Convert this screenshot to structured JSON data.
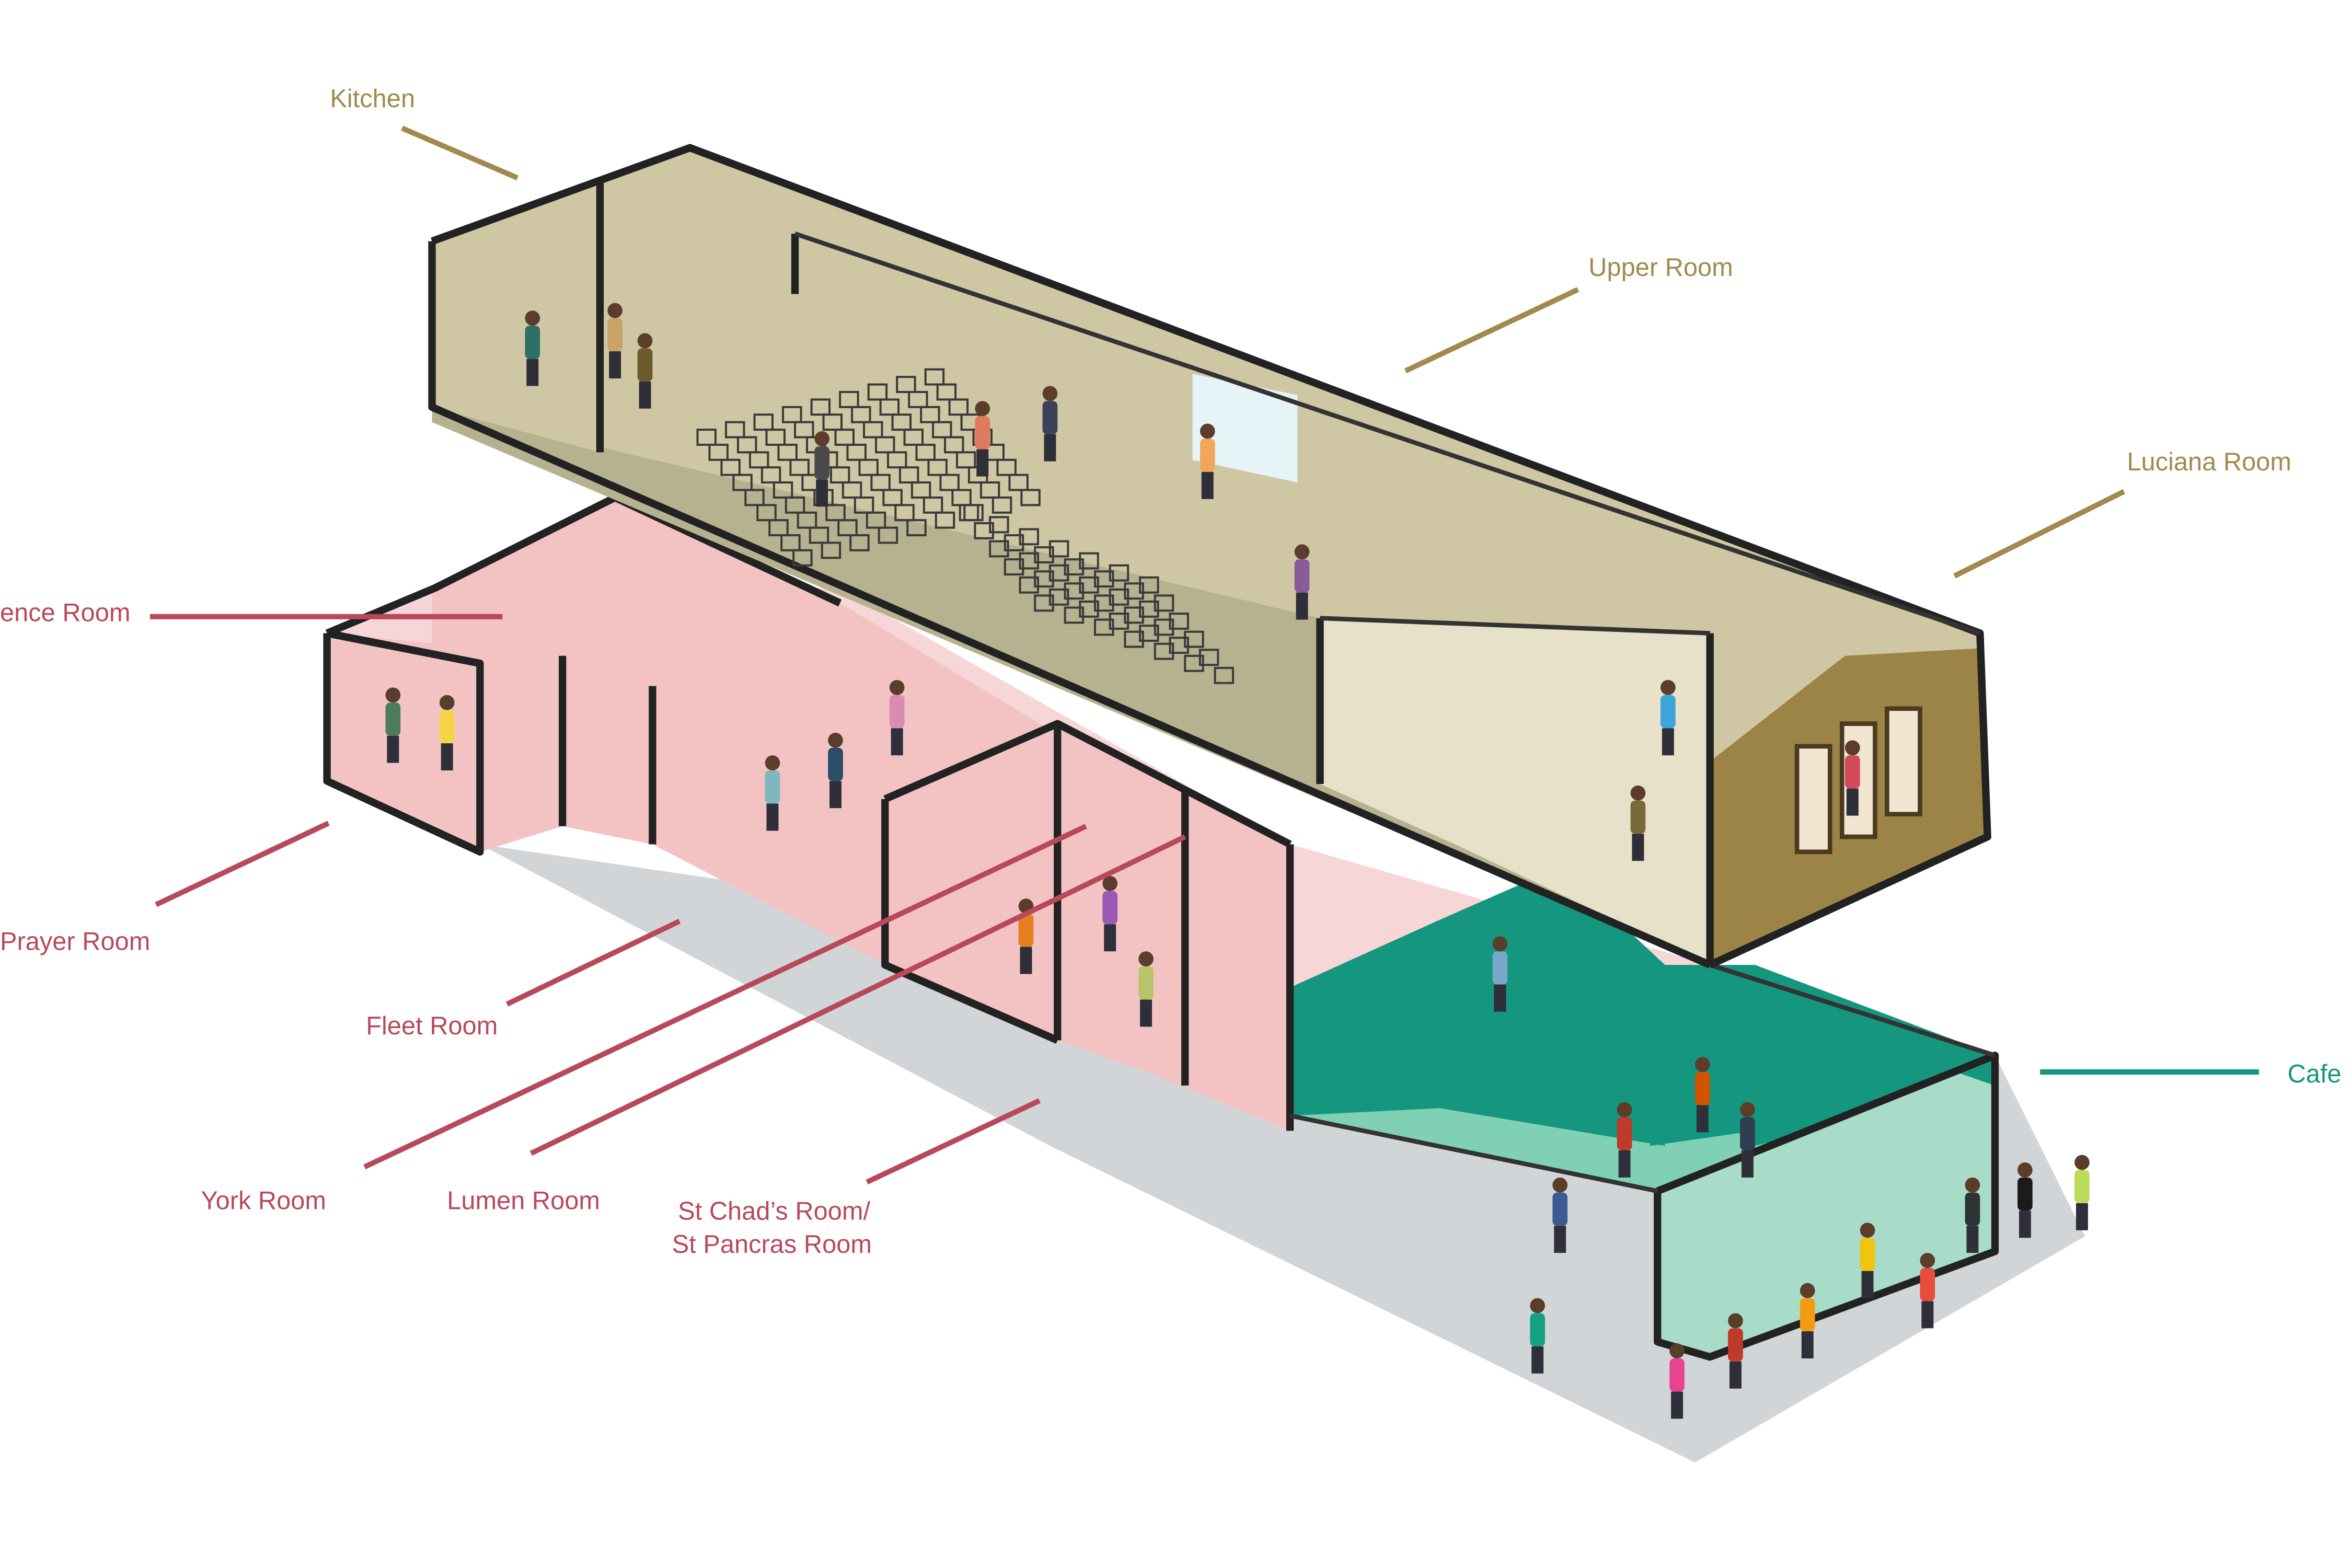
{
  "colors": {
    "upper_label": "#a08a4e",
    "ground_label": "#b8495a",
    "cafe_label": "#14977f",
    "upper_wall": "#cfc7a4",
    "upper_floor": "#b6b18f",
    "luciana_wall": "#e6e1c8",
    "facade": "#9c8446",
    "ground_wall": "#f3c3c3",
    "ground_floor": "#f6d6d6",
    "cafe_wall": "#14967f",
    "cafe_floor": "#7fd0b4",
    "pavement": "#d2d5d8",
    "glass": "#a8dcc9",
    "window": "#e6f4f8"
  },
  "labels": {
    "kitchen": "Kitchen",
    "upper_room": "Upper Room",
    "luciana_room": "Luciana Room",
    "conference_room": "ence Room",
    "prayer_room": "Prayer Room",
    "fleet_room": "Fleet Room",
    "york_room": "York Room",
    "lumen_room": "Lumen Room",
    "st_chads_line1": "St Chad’s Room/",
    "st_chads_line2": "St Pancras Room",
    "cafe": "Cafe"
  }
}
